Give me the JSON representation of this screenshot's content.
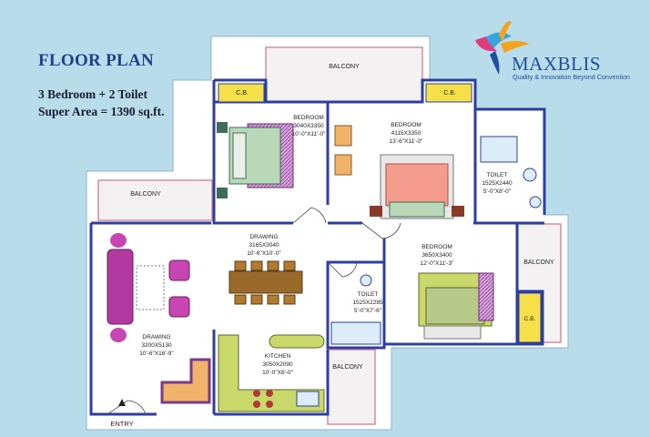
{
  "header": {
    "title": "FLOOR PLAN",
    "config_line": "3 Bedroom +  2 Toilet",
    "area_line": "Super Area = 1390 sq.ft."
  },
  "brand": {
    "name": "MAXBLIS",
    "tagline": "Quality & Innovation Beyond Convention",
    "colors": [
      "#1f4fa0",
      "#e23a7d",
      "#f4a21e",
      "#36a5dc"
    ]
  },
  "rooms": {
    "balcony_top": "BALCONY",
    "balcony_left": "BALCONY",
    "balcony_right": "BALCONY",
    "balcony_bottom": "BALCONY",
    "cb_left": "C.B.",
    "cb_mid": "C.B.",
    "cb_right": "C.B.",
    "bedroom1": {
      "name": "BEDROOM",
      "metric": "3040X3350",
      "imperial": "10'-0\"X11'-0\""
    },
    "bedroom2": {
      "name": "BEDROOM",
      "metric": "4115X3350",
      "imperial": "13'-6\"X11'-0\""
    },
    "toilet1": {
      "name": "TOILET",
      "metric": "1525X2440",
      "imperial": "5'-0\"X8'-0\""
    },
    "drawing_dining": {
      "name": "DRAWING",
      "metric": "3165X3040",
      "imperial": "10'-6\"X10'-0\""
    },
    "bedroom3": {
      "name": "BEDROOM",
      "metric": "3650X3400",
      "imperial": "12'-0\"X11'-3\""
    },
    "toilet2": {
      "name": "TOILET",
      "metric": "1525X2285",
      "imperial": "5'-0\"X7'-6\""
    },
    "drawing": {
      "name": "DRAWING",
      "metric": "3200X5130",
      "imperial": "10'-6\"X16'-9\""
    },
    "kitchen": {
      "name": "KITCHEN",
      "metric": "3050X2090",
      "imperial": "10'-0\"X6'-0\""
    },
    "entry": "ENTRY"
  }
}
